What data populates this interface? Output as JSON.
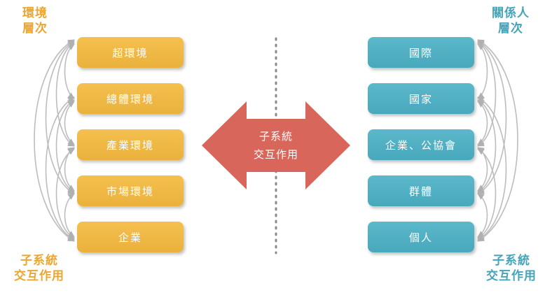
{
  "left_panel": {
    "top_label": [
      "環境",
      "層次"
    ],
    "bottom_label": [
      "子系統",
      "交互作用"
    ],
    "boxes": [
      "超環境",
      "總體環境",
      "產業環境",
      "市場環境",
      "企業"
    ],
    "color": "#e9a632"
  },
  "right_panel": {
    "top_label": [
      "關係人",
      "層次"
    ],
    "bottom_label": [
      "子系統",
      "交互作用"
    ],
    "boxes": [
      "國際",
      "國家",
      "企業、公協會",
      "群體",
      "個人"
    ],
    "color": "#45a4b9"
  },
  "center": {
    "arrow_label": [
      "子系統",
      "交互作用"
    ],
    "arrow_color": "#d9665a"
  }
}
